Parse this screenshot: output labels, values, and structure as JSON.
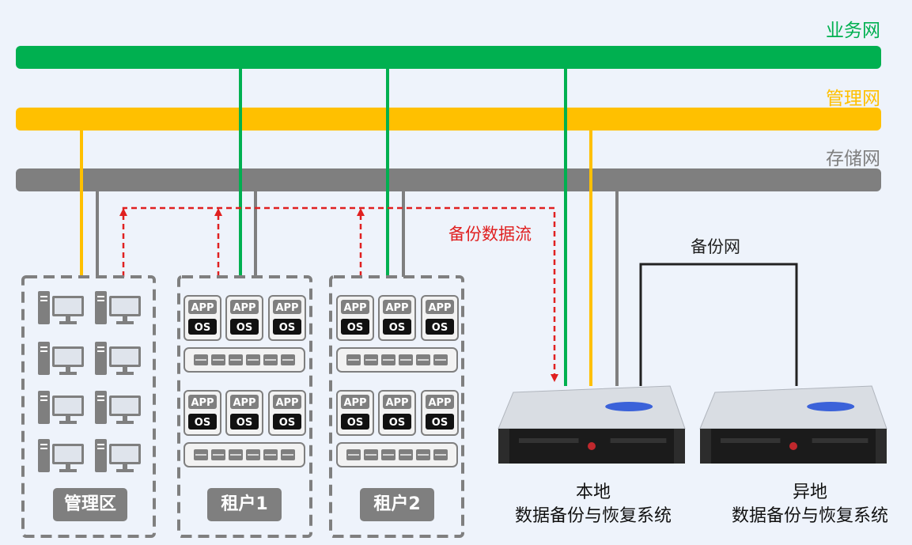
{
  "networks": {
    "business": "业务网",
    "management": "管理网",
    "storage": "存储网",
    "backup": "备份网"
  },
  "flow_label": "备份数据流",
  "zones": {
    "management": "管理区",
    "tenant1": "租户1",
    "tenant2": "租户2"
  },
  "vm_labels": {
    "app": "APP",
    "os": "OS"
  },
  "systems": {
    "local": {
      "line1": "本地",
      "line2": "数据备份与恢复系统"
    },
    "remote": {
      "line1": "异地",
      "line2": "数据备份与恢复系统"
    }
  },
  "colors": {
    "business": "#00b050",
    "management": "#ffc000",
    "storage": "#7f7f7f",
    "flow": "#e02020",
    "backup": "#222222"
  }
}
